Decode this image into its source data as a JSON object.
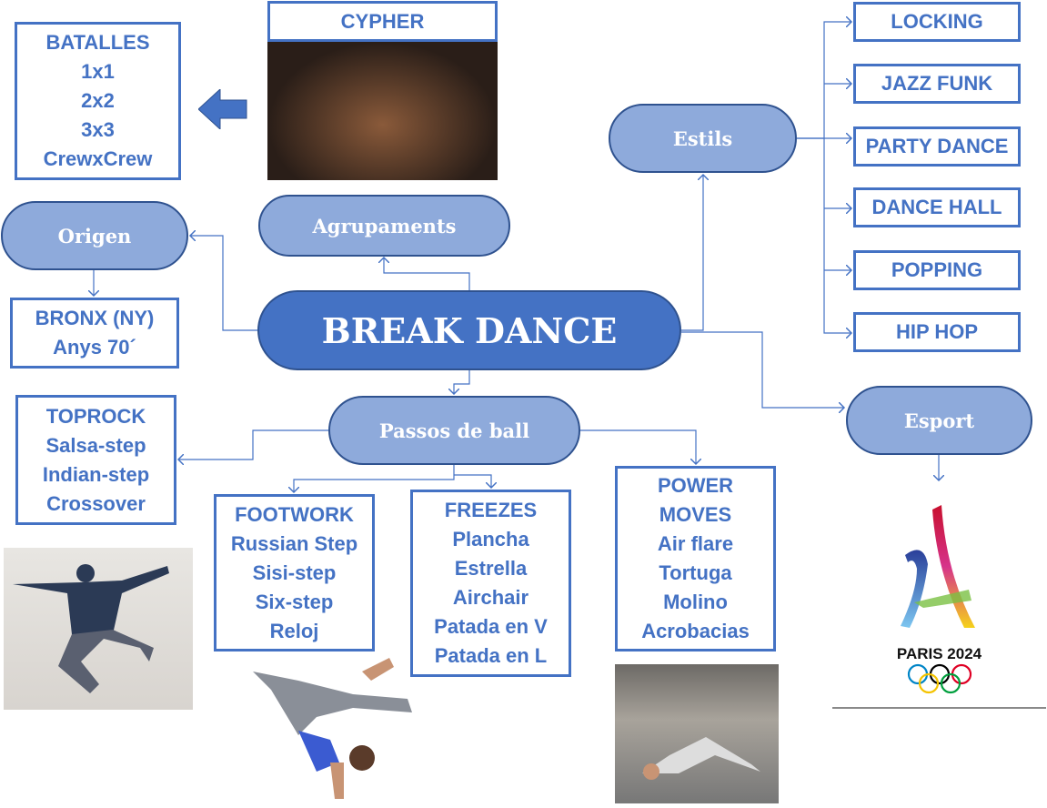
{
  "title": "BREAK DANCE",
  "nodes": {
    "origen": "Origen",
    "agrupaments": "Agrupaments",
    "estils": "Estils",
    "esport": "Esport",
    "passos": "Passos de ball"
  },
  "batalles": [
    "BATALLES",
    "1x1",
    "2x2",
    "3x3",
    "CrewxCrew"
  ],
  "cypher": "CYPHER",
  "bronx": [
    "BRONX (NY)",
    "Anys 70´"
  ],
  "estils_list": [
    "LOCKING",
    "JAZZ FUNK",
    "PARTY DANCE",
    "DANCE HALL",
    "POPPING",
    "HIP HOP"
  ],
  "toprock": [
    "TOPROCK",
    "Salsa-step",
    "Indian-step",
    "Crossover"
  ],
  "footwork": [
    "FOOTWORK",
    "Russian Step",
    "Sisi-step",
    "Six-step",
    "Reloj"
  ],
  "freezes": [
    "FREEZES",
    "Plancha",
    "Estrella",
    "Airchair",
    "Patada en V",
    "Patada en L"
  ],
  "power": [
    "POWER",
    "MOVES",
    "Air flare",
    "Tortuga",
    "Molino",
    "Acrobacias"
  ],
  "logo": {
    "text": "PARIS 2024"
  },
  "colors": {
    "primary": "#4472c4",
    "light": "#8eaadb",
    "border": "#2f528f"
  }
}
